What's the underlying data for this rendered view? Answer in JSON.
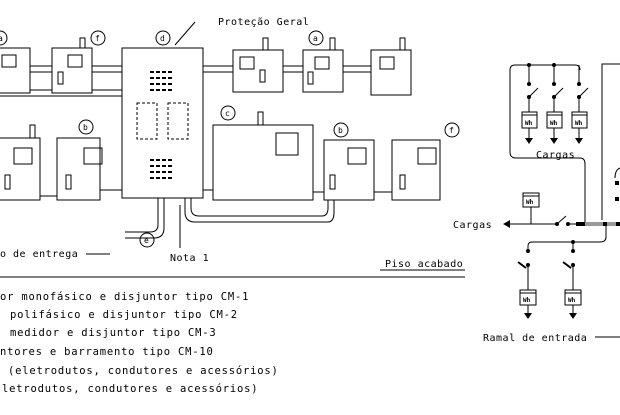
{
  "labels": {
    "protecao_geral": "Proteção Geral",
    "entrega": "o de entrega",
    "nota": "Nota 1",
    "piso": "Piso acabado",
    "cargas_top": "Cargas",
    "cargas_left": "Cargas",
    "ramal": "Ramal de entrada",
    "meter": "Wh"
  },
  "markers": {
    "a": "a",
    "b": "b",
    "c": "c",
    "d": "d",
    "e": "e",
    "f": "f"
  },
  "legend": [
    "or monofásico e disjuntor tipo CM-1",
    "polifásico e disjuntor tipo CM-2",
    "medidor e disjuntor tipo CM-3",
    "ntores e barramento tipo CM-10",
    "(eletrodutos, condutores e acessórios)",
    "letrodutos, condutores e acessórios)"
  ]
}
